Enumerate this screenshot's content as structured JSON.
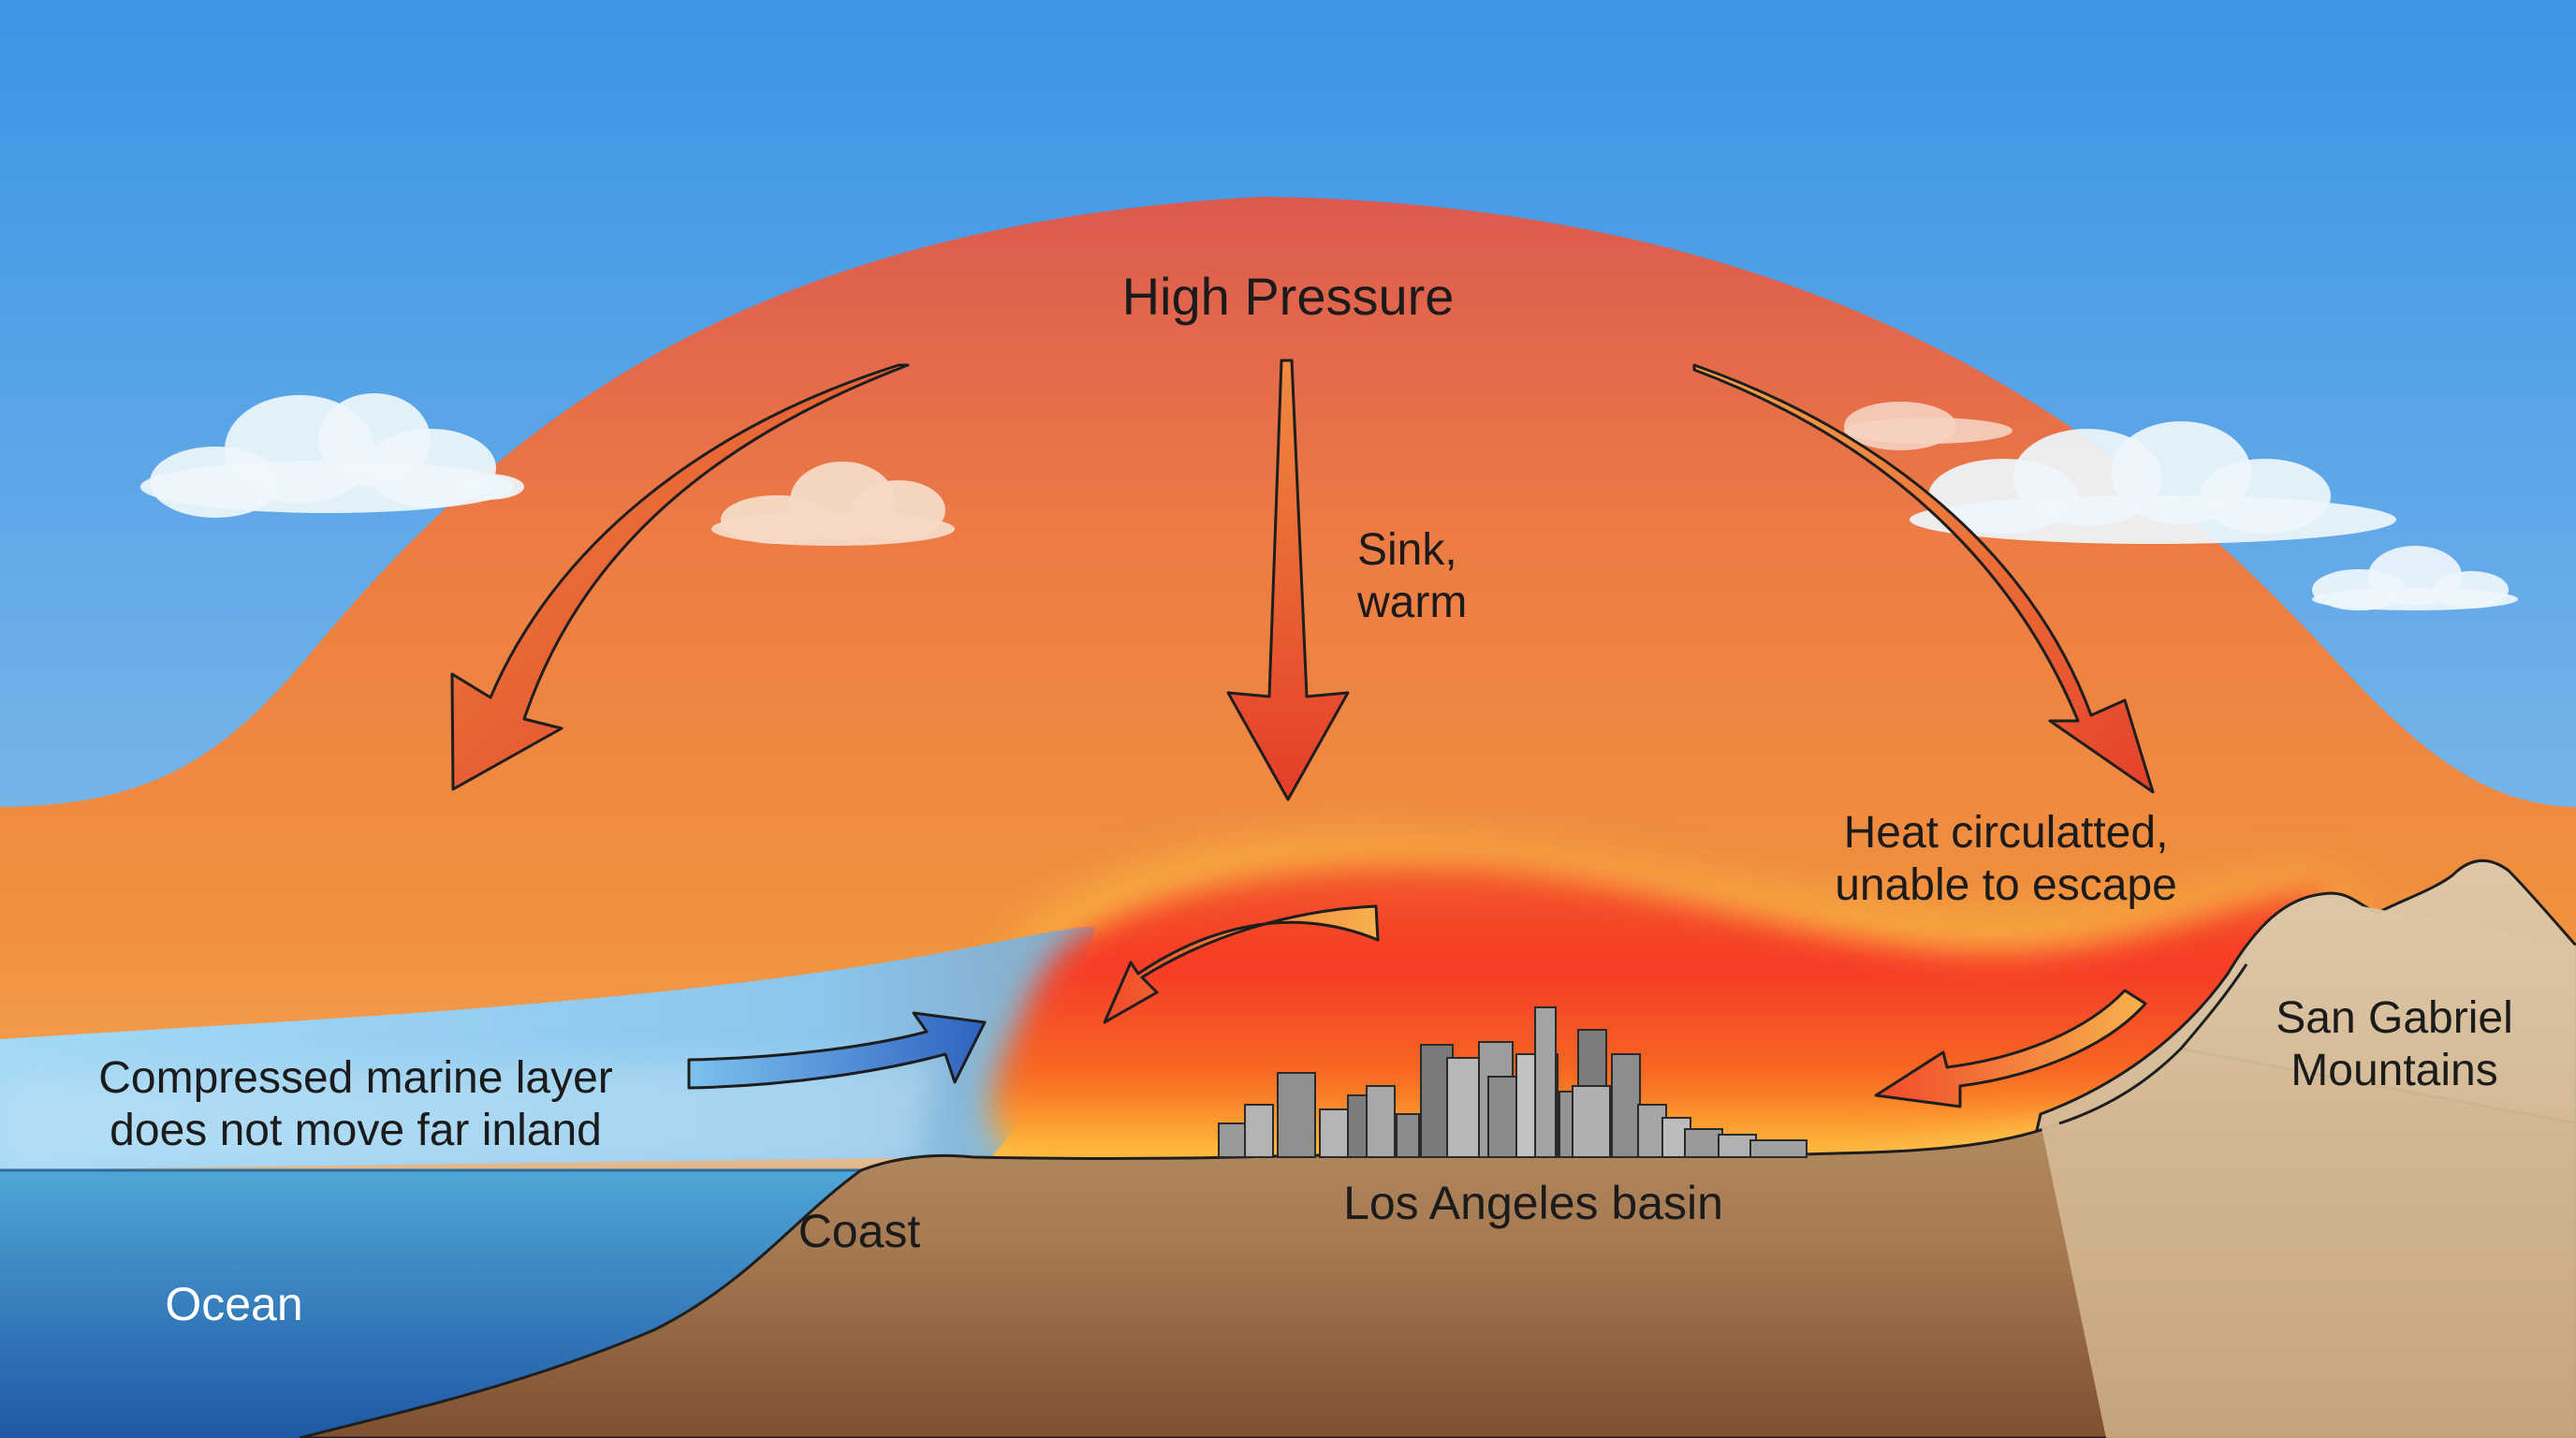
{
  "labels": {
    "high_pressure": "High Pressure",
    "sink_lines": [
      "Sink,",
      "warm"
    ],
    "heat_lines": [
      "Heat circulatted,",
      "unable to escape"
    ],
    "marine_lines": [
      "Compressed marine layer",
      "does not move far inland"
    ],
    "mountains_lines": [
      "San Gabriel",
      "Mountains"
    ],
    "basin": "Los Angeles basin",
    "coast": "Coast",
    "ocean": "Ocean"
  },
  "colors": {
    "sky": "#3b97e3",
    "dome_top": "#dc5c4e",
    "dome_mid": "#ef8a3e",
    "heat_core": "#f7402a",
    "heat_glow": "#ffc23a",
    "marine_layer": "#a9d7f2",
    "ocean": "#3d92cc",
    "land": "#a87a52",
    "mountain": "#d8c09c",
    "sinking_arrow": "#e84a2a",
    "onshore_arrow": "#3a72c8",
    "buildings": "#8a8a8a"
  },
  "icons": [
    "sinking-arrow",
    "circulation-arrow",
    "onshore-flow-arrow",
    "cloud",
    "city-skyline"
  ]
}
